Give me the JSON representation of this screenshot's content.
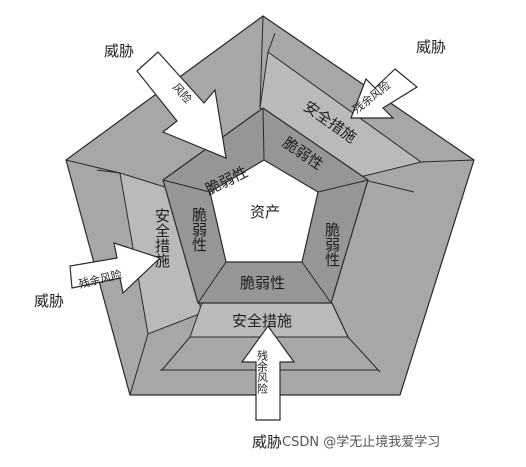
{
  "diagram": {
    "center_label": "资产",
    "vulnerability_label": "脆弱性",
    "measure_label": "安全措施",
    "threat_label": "威胁",
    "risk_label": "风险",
    "residual_risk_label": "残余风险",
    "watermark": "CSDN @学无止境我爱学习"
  },
  "colors": {
    "outer": "#a7a7a7",
    "measures": "#bababa",
    "vulnerability": "#969696",
    "asset": "#ffffff",
    "stroke": "#2a2a2a"
  }
}
